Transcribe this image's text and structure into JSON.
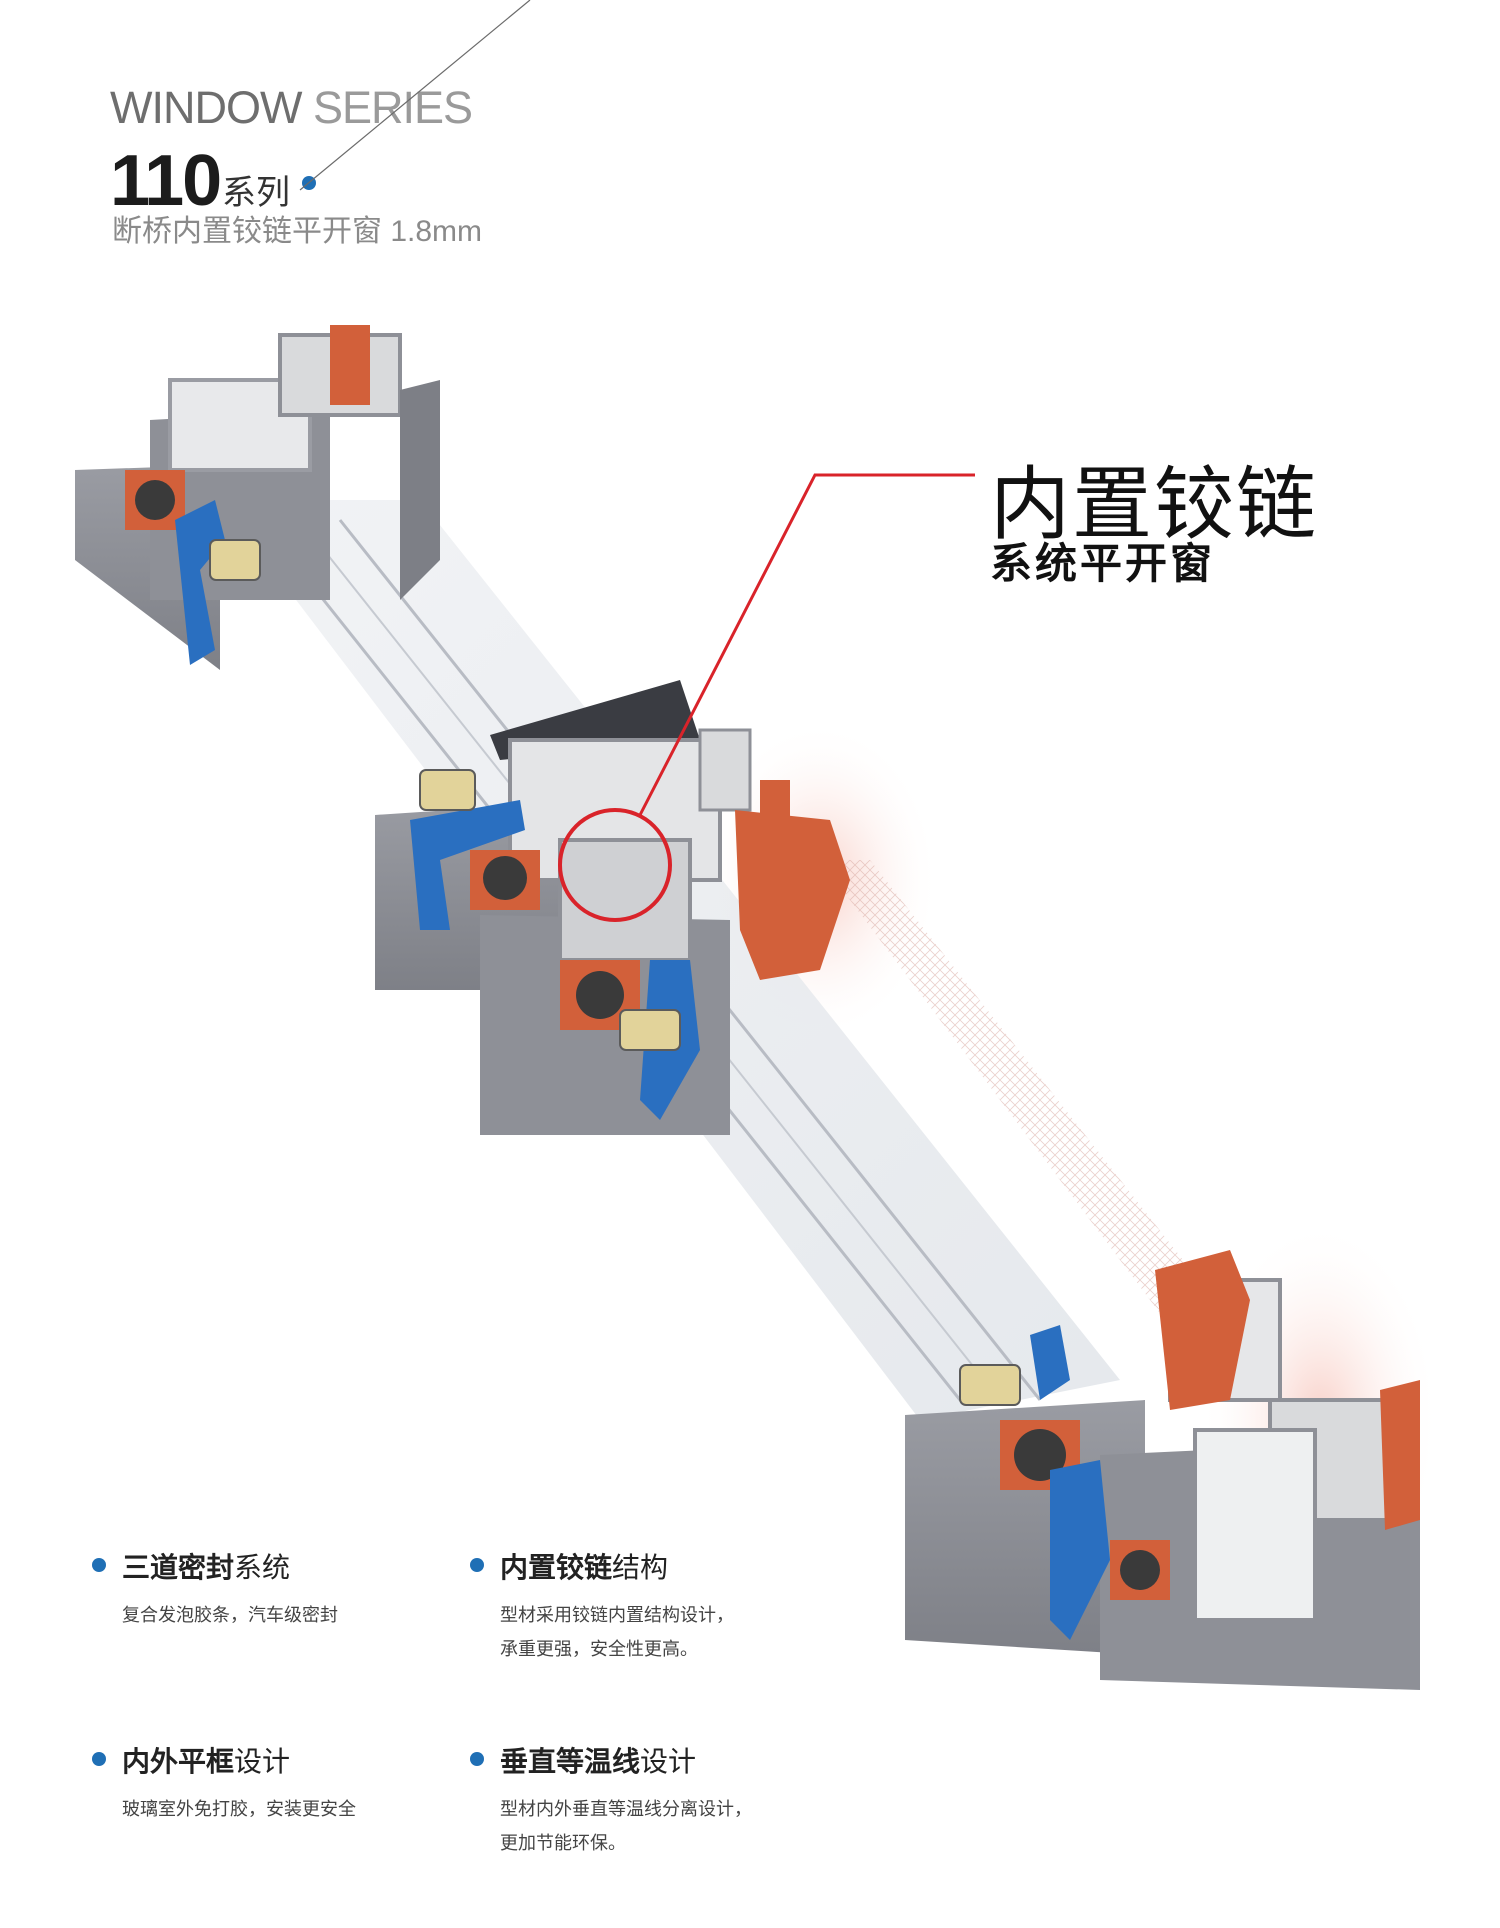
{
  "header": {
    "series_strong": "WINDOW",
    "series_light": " SERIES",
    "model_number": "110",
    "model_suffix": "系列",
    "subtitle": "断桥内置铰链平开窗 1.8mm"
  },
  "callout": {
    "title": "内置铰链",
    "subtitle": "系统平开窗"
  },
  "features": [
    {
      "title_bold": "三道密封",
      "title_rest": "系统",
      "desc": [
        "复合发泡胶条，汽车级密封"
      ]
    },
    {
      "title_bold": "内置铰链",
      "title_rest": "结构",
      "desc": [
        "型材采用铰链内置结构设计，",
        "承重更强，安全性更高。"
      ]
    },
    {
      "title_bold": "内外平框",
      "title_rest": "设计",
      "desc": [
        "玻璃室外免打胶，安装更安全"
      ]
    },
    {
      "title_bold": "垂直等温线",
      "title_rest": "设计",
      "desc": [
        "型材内外垂直等温线分离设计，",
        "更加节能环保。"
      ]
    }
  ],
  "colors": {
    "accent_blue": "#1f6fb5",
    "callout_red": "#d9232a",
    "thermal_orange": "#d2603a",
    "profile_gray": "#8d8f96",
    "gasket_blue": "#2a6fc0"
  }
}
